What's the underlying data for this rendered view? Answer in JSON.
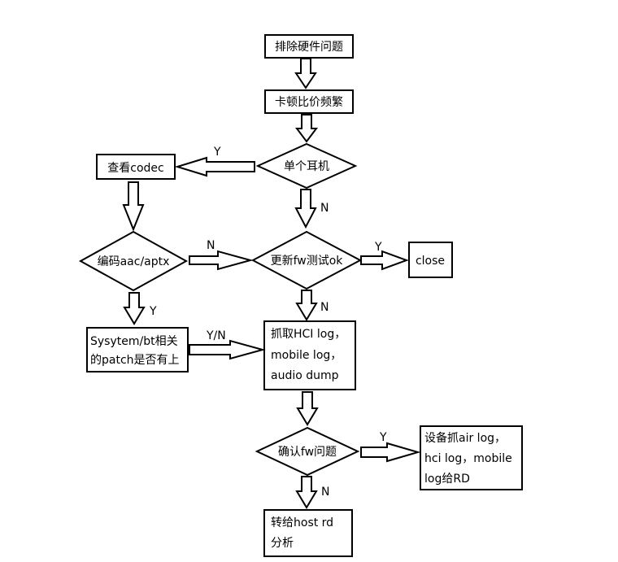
{
  "nodes": {
    "hardware": {
      "label": "排除硬件问题"
    },
    "stutter": {
      "label": "卡顿比价频繁"
    },
    "single_ear": {
      "label": "单个耳机"
    },
    "codec": {
      "label": "查看codec"
    },
    "encode": {
      "label": "编码aac/aptx"
    },
    "update_fw": {
      "label": "更新fw测试ok"
    },
    "close": {
      "label": "close"
    },
    "patch": {
      "lines": [
        "Sysytem/bt相关",
        "的patch是否有上"
      ]
    },
    "capture": {
      "lines": [
        "抓取HCI log，",
        "mobile log，",
        "audio dump"
      ]
    },
    "confirm_fw": {
      "label": "确认fw问题"
    },
    "device_capture": {
      "lines": [
        "设备抓air log，",
        "hci log，mobile",
        "log给RD"
      ]
    },
    "host_rd": {
      "lines": [
        "转给host rd",
        "分析"
      ]
    }
  },
  "edges": {
    "single_to_codec": "Y",
    "single_to_update": "N",
    "encode_to_update": "N",
    "encode_to_patch": "Y",
    "update_to_close": "Y",
    "update_to_capture": "N",
    "patch_to_capture": "Y/N",
    "confirm_to_device": "Y",
    "confirm_to_host": "N"
  },
  "colors": {
    "stroke": "#000000",
    "fill": "#ffffff",
    "text": "#000000"
  }
}
